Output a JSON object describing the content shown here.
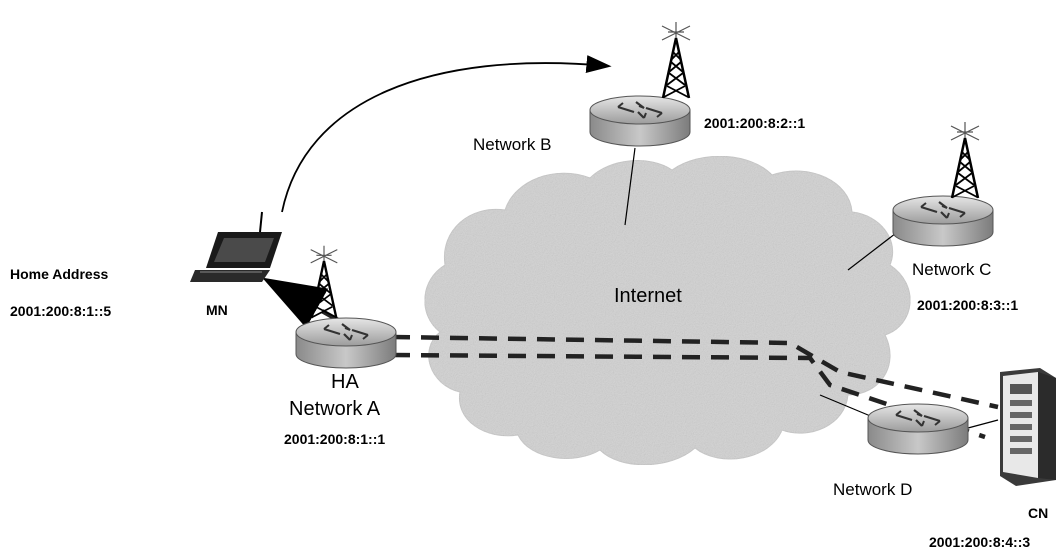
{
  "labels": {
    "home_address_title": "Home Address",
    "home_address_value": "2001:200:8:1::5",
    "mn": "MN",
    "ha": "HA",
    "network_a": "Network A",
    "network_a_addr": "2001:200:8:1::1",
    "network_b": "Network B",
    "network_b_addr": "2001:200:8:2::1",
    "network_c": "Network C",
    "network_c_addr": "2001:200:8:3::1",
    "network_d": "Network D",
    "network_d_addr": "2001:200:8:4::3",
    "cn": "CN",
    "internet": "Internet"
  },
  "colors": {
    "ink": "#000000",
    "cloud": "#d2d2d2",
    "router": "#b8b8b8",
    "tunnel": "#222222"
  },
  "icons": [
    "laptop-icon",
    "router-icon",
    "antenna-tower-icon",
    "server-icon",
    "cloud-icon"
  ]
}
